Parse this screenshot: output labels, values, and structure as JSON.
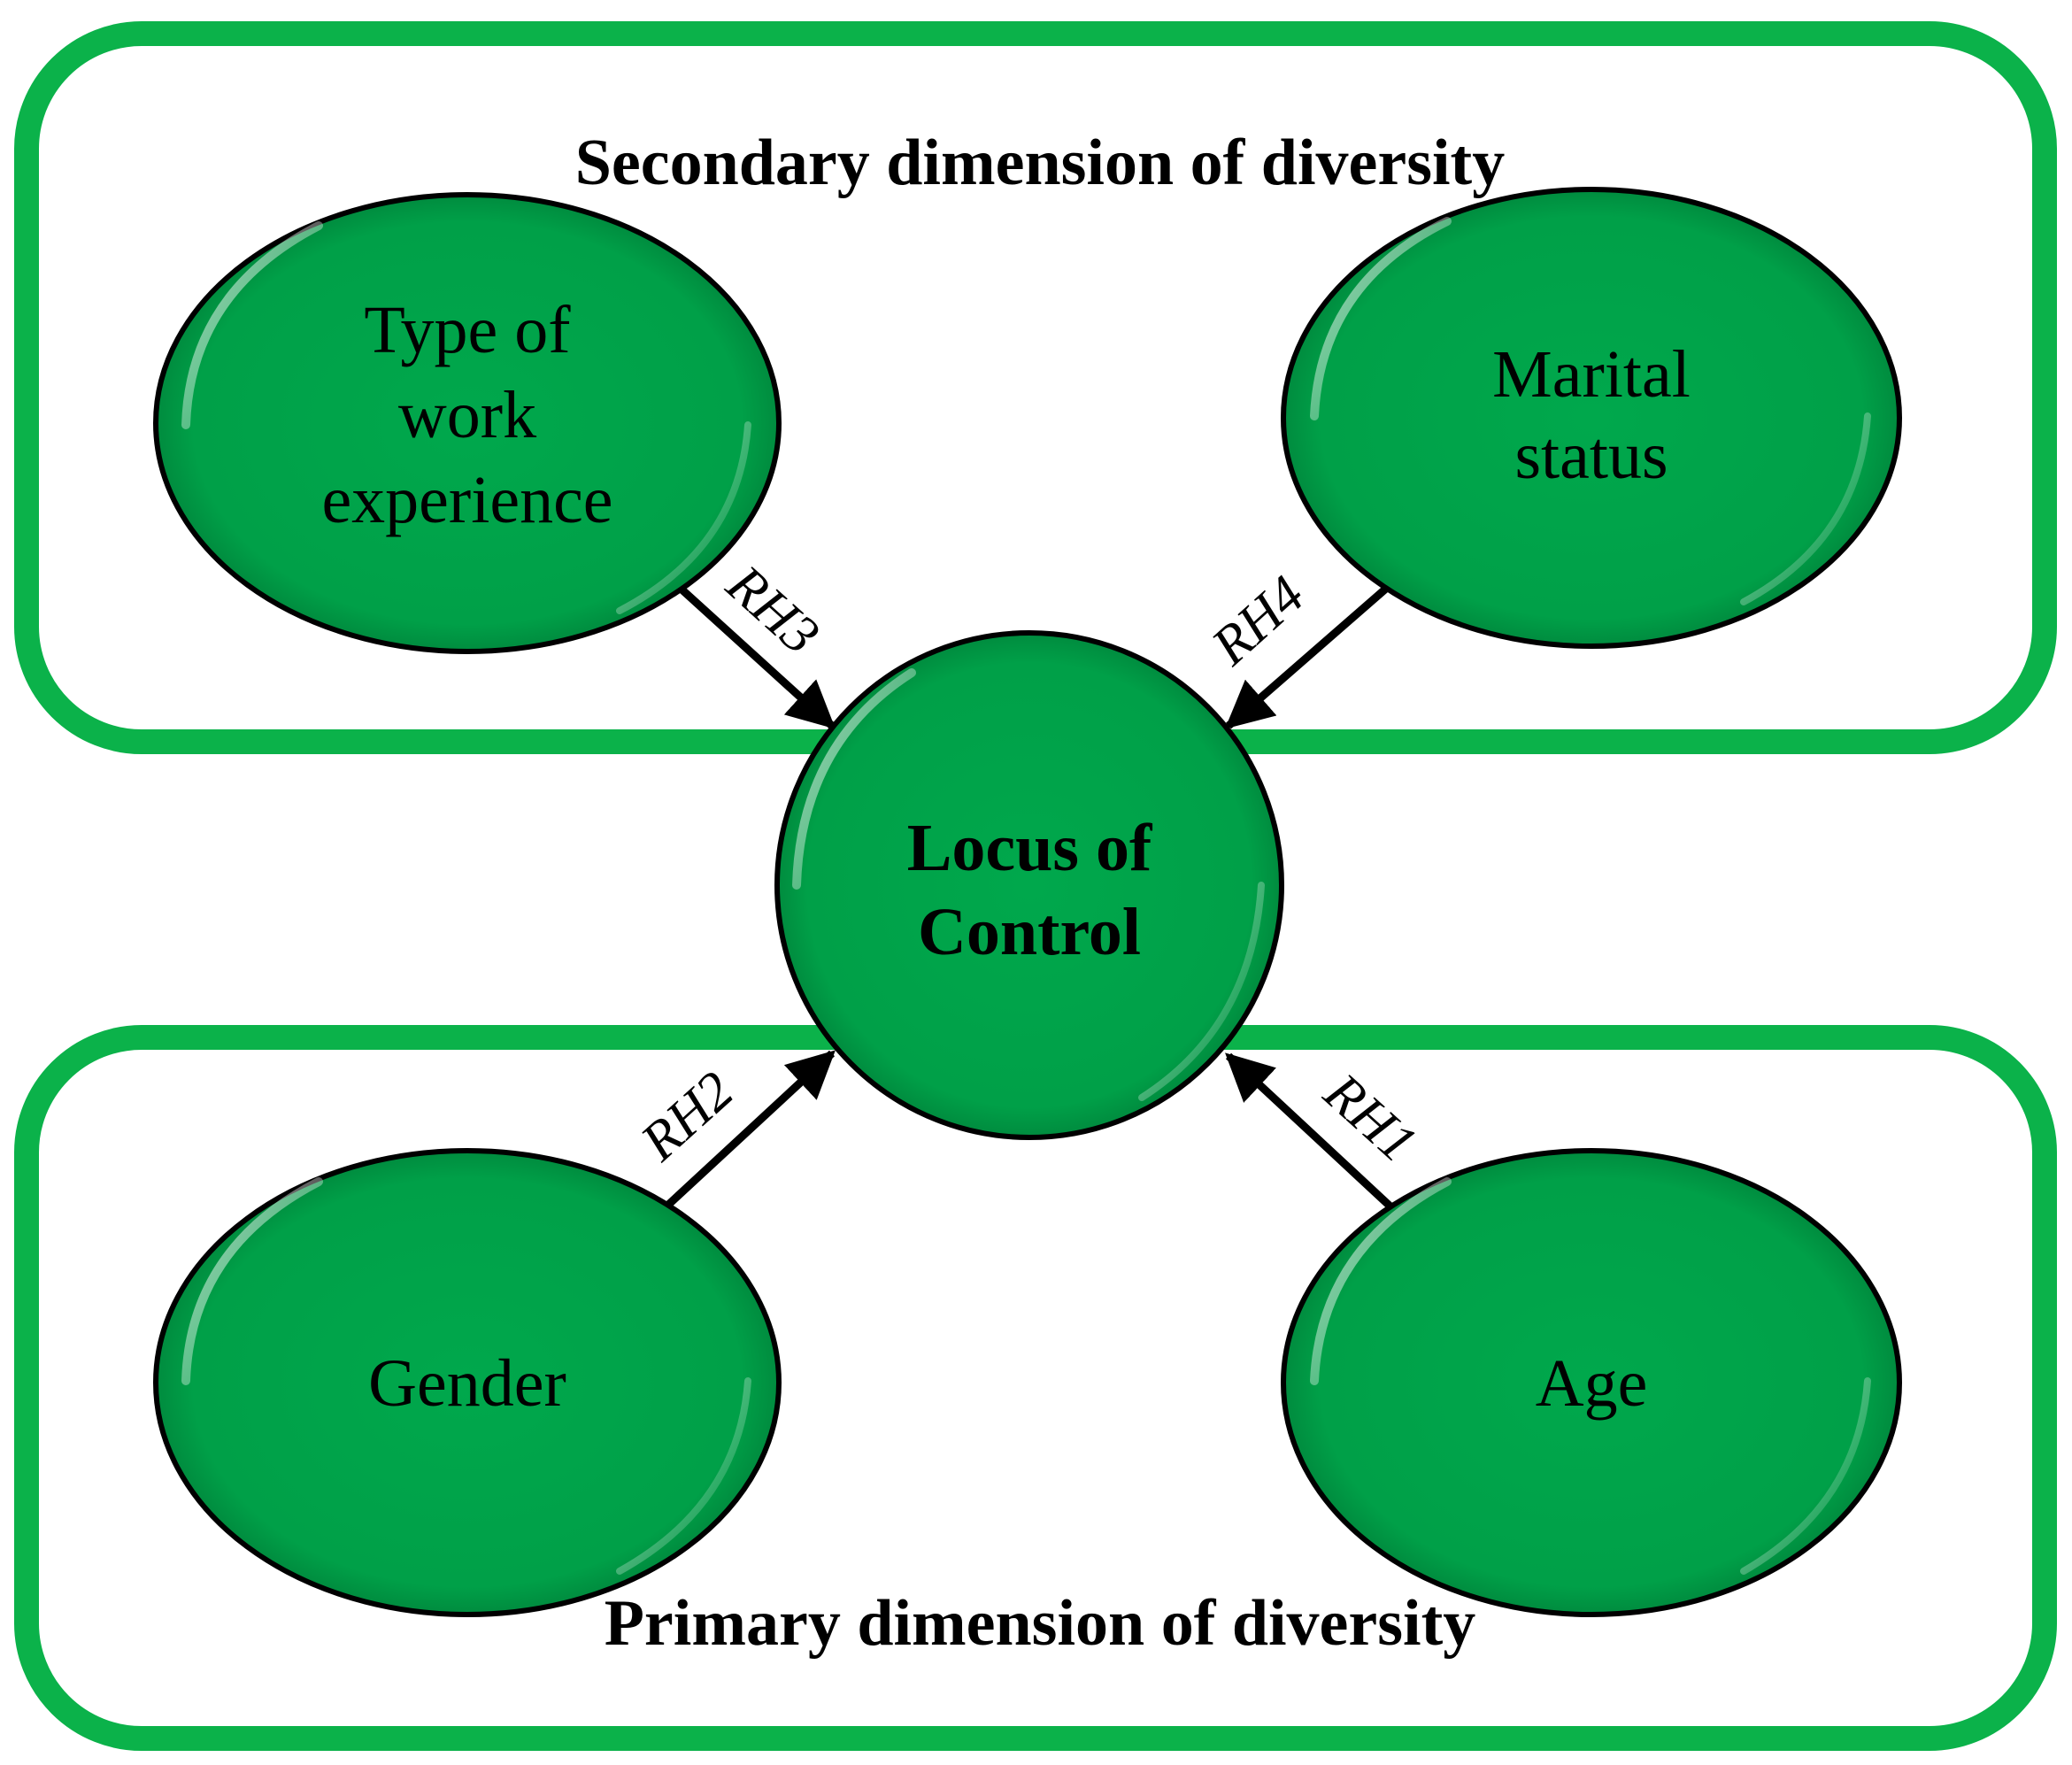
{
  "groups": {
    "secondary": {
      "title": "Secondary dimension of diversity"
    },
    "primary": {
      "title": "Primary dimension of diversity"
    }
  },
  "nodes": {
    "center": {
      "line1": "Locus of",
      "line2": "Control"
    },
    "work": {
      "line1": "Type of",
      "line2": "work",
      "line3": "experience"
    },
    "marital": {
      "line1": "Marital",
      "line2": "status"
    },
    "gender": {
      "line1": "Gender"
    },
    "age": {
      "line1": "Age"
    }
  },
  "edges": {
    "rh1": "RH1",
    "rh2": "RH2",
    "rh3": "RH3",
    "rh4": "RH4"
  },
  "colors": {
    "group_border": "#0bb24a",
    "node_fill": "#00a64a",
    "node_stroke": "#000000",
    "arrow": "#000000"
  }
}
